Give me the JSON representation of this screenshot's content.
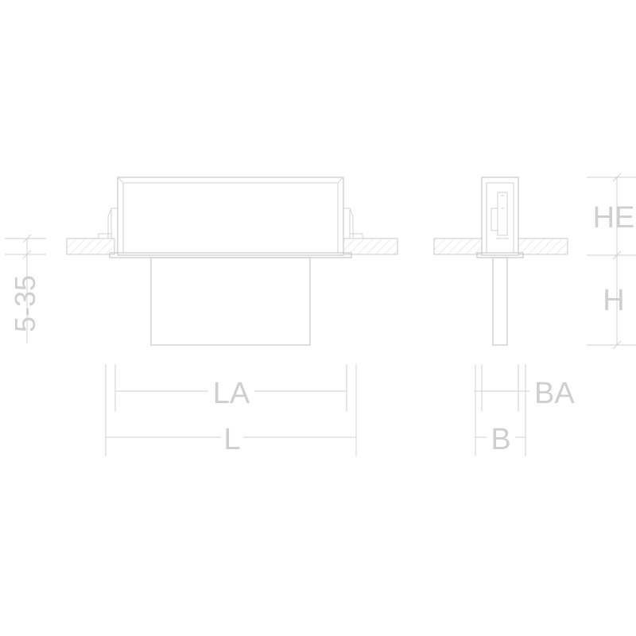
{
  "dimensions": {
    "thickness_range": "5-35",
    "he": "HE",
    "h": "H",
    "la": "LA",
    "l": "L",
    "ba": "BA",
    "b": "B"
  }
}
